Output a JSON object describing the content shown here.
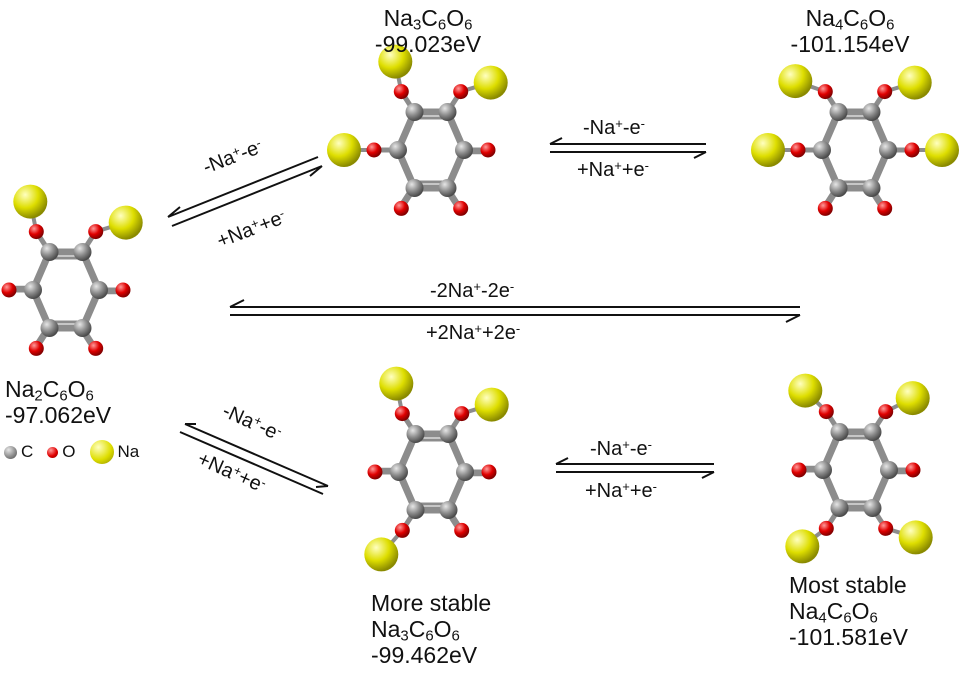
{
  "molecules": {
    "na2": {
      "formula": {
        "el1": "Na",
        "n1": "2",
        "el2": "C",
        "n2": "6",
        "el3": "O",
        "n3": "6"
      },
      "energy": "-97.062eV"
    },
    "na3_top": {
      "formula": {
        "el1": "Na",
        "n1": "3",
        "el2": "C",
        "n2": "6",
        "el3": "O",
        "n3": "6"
      },
      "energy": "-99.023eV"
    },
    "na4_top": {
      "formula": {
        "el1": "Na",
        "n1": "4",
        "el2": "C",
        "n2": "6",
        "el3": "O",
        "n3": "6"
      },
      "energy": "-101.154eV"
    },
    "na3_bottom": {
      "caption": "More stable",
      "formula": {
        "el1": "Na",
        "n1": "3",
        "el2": "C",
        "n2": "6",
        "el3": "O",
        "n3": "6"
      },
      "energy": "-99.462eV"
    },
    "na4_bottom": {
      "caption": "Most stable",
      "formula": {
        "el1": "Na",
        "n1": "4",
        "el2": "C",
        "n2": "6",
        "el3": "O",
        "n3": "6"
      },
      "energy": "-101.581eV"
    }
  },
  "reactions": {
    "single_forward": {
      "a": "-Na",
      "b": "+",
      "c": "-e",
      "d": "-"
    },
    "single_reverse": {
      "a": "+Na",
      "b": "+",
      "c": "+e",
      "d": "-"
    },
    "double_forward": {
      "a": "-2Na",
      "b": "+",
      "c": "-2e",
      "d": "-"
    },
    "double_reverse": {
      "a": "+2Na",
      "b": "+",
      "c": "+2e",
      "d": "-"
    }
  },
  "legend": {
    "carbon": "C",
    "oxygen": "O",
    "sodium": "Na"
  },
  "colors": {
    "carbon": "#8c8c8c",
    "oxygen": "#e00000",
    "sodium": "#dede00",
    "bond": "#8c8c8c",
    "arrow": "#111111"
  }
}
